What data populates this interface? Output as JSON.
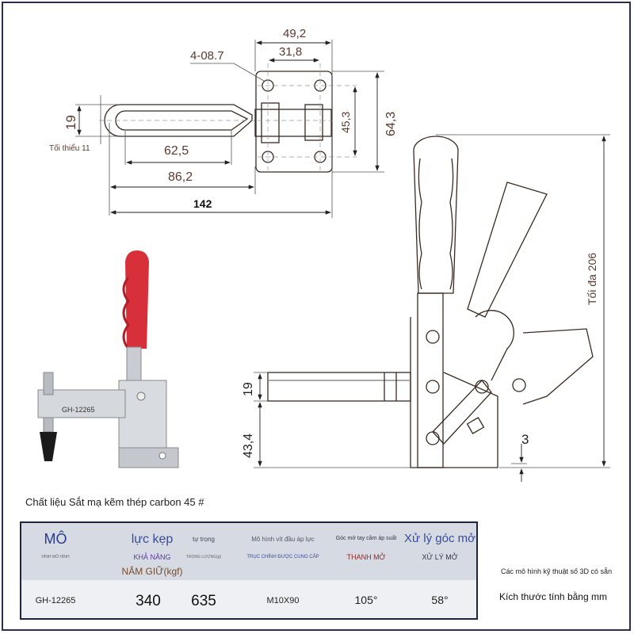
{
  "top_view": {
    "dims": {
      "width_outer": "49,2",
      "width_inner": "31,8",
      "holes": "4-08.7",
      "height_inner": "45,3",
      "height_outer": "64,3",
      "handle_width": "19",
      "min_note": "Tối thiểu 11",
      "handle_len": "62,5",
      "reach": "86,2",
      "total_len": "142"
    }
  },
  "side_view": {
    "dims": {
      "max_height": "Tối đa 206",
      "bar_height": "19",
      "base_height": "43,4",
      "base_thickness": "3"
    }
  },
  "product_photo": {
    "label": "GH-12265",
    "handle_color": "#d8303a"
  },
  "material": "Chất liệu Sắt mạ kẽm thép carbon 45 #",
  "table": {
    "headers": [
      {
        "main": "MÔ",
        "sub": "HÌNH MÔ HÌNH"
      },
      {
        "main": "lực kẹp",
        "sub": "KHẢ NĂNG",
        "sub2": "NẮM GIỮ(kgf)"
      },
      {
        "main": "tự trọng",
        "sub": "TRỌNG LƯỢNG(g)"
      },
      {
        "main": "Mô hình vít đầu áp lực",
        "sub": "TRỤC CHÍNH ĐƯỢC CUNG CẤP"
      },
      {
        "main": "Góc mở tay cầm áp suất",
        "sub": "THANH MỞ"
      },
      {
        "main": "Xử lý góc mở",
        "sub": "XỬ LÝ MỞ"
      }
    ],
    "row": [
      "GH-12265",
      "340",
      "635",
      "M10X90",
      "105°",
      "58°"
    ]
  },
  "notes": {
    "models": "Các mô hình kỹ thuật số 3D có sẵn",
    "units": "Kích thước tính bằng mm"
  },
  "colors": {
    "line": "#3a2a22",
    "dim_text": "#5a3a2e",
    "header_bg": "#d6dbe3",
    "frame": "#2a2f4a"
  }
}
